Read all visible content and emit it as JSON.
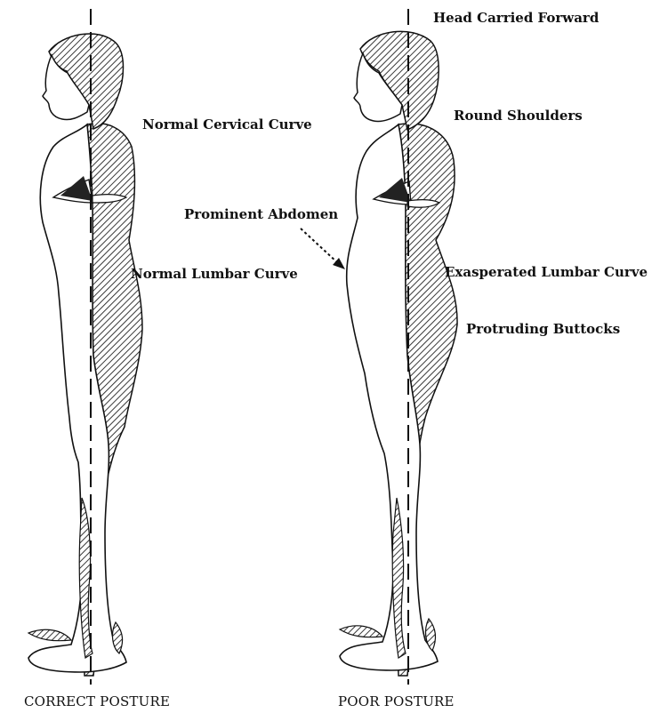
{
  "figures": [
    {
      "id": "correct",
      "caption": "CORRECT POSTURE",
      "labels": [
        "Normal Cervical Curve",
        "Normal Lumbar Curve"
      ]
    },
    {
      "id": "poor",
      "caption": "POOR POSTURE",
      "labels": [
        "Head Carried Forward",
        "Round Shoulders",
        "Prominent Abdomen",
        "Exasperated Lumbar Curve",
        "Protruding Buttocks"
      ]
    }
  ],
  "colors": {
    "ink": "#111111",
    "paper": "#ffffff",
    "hatch": "#222222"
  }
}
